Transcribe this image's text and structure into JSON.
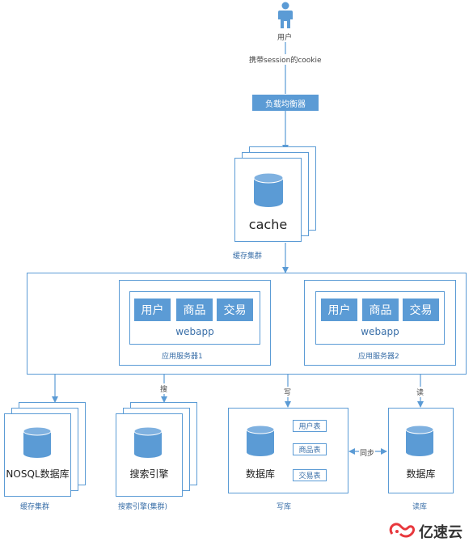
{
  "user": {
    "label": "用户"
  },
  "cookie_label": "携带session的cookie",
  "load_balancer": {
    "label": "负载均衡器"
  },
  "cache": {
    "label": "cache",
    "caption": "缓存集群"
  },
  "app_servers": [
    {
      "modules": [
        "用户",
        "商品",
        "交易"
      ],
      "webapp": "webapp",
      "caption": "应用服务器1"
    },
    {
      "modules": [
        "用户",
        "商品",
        "交易"
      ],
      "webapp": "webapp",
      "caption": "应用服务器2"
    }
  ],
  "edge_labels": {
    "search": "搜",
    "write": "写",
    "read": "读",
    "sync": "同步"
  },
  "nosql": {
    "label": "NOSQL数据库",
    "caption": "缓存集群"
  },
  "search_engine": {
    "label": "搜索引擎",
    "caption": "搜索引擎(集群)"
  },
  "write_db": {
    "label": "数据库",
    "tables": [
      "用户表",
      "商品表",
      "交易表"
    ],
    "caption": "写库"
  },
  "read_db": {
    "label": "数据库",
    "caption": "读库"
  },
  "watermark": {
    "text": "亿速云"
  },
  "colors": {
    "accent": "#5b9bd5",
    "line": "#5b9bd5",
    "text_blue": "#3a6fa8",
    "logo_red": "#e8383d"
  }
}
